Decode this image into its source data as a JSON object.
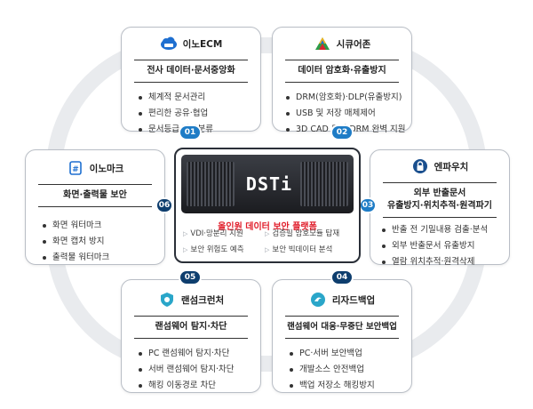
{
  "center": {
    "server_logo": "DSTi",
    "title": "올인원 데이터 보안 플랫폼",
    "features": [
      "VDI·망분리 지원",
      "검증필 암호모듈 탑재",
      "보안 위험도 예측",
      "보안 빅데이터 분석"
    ]
  },
  "cards": [
    {
      "id": "01",
      "name": "이노ECM",
      "subtitle": "전사 데이터·문서중앙화",
      "items": [
        "체계적 문서관리",
        "편리한 공유·협업",
        "문서등급 자동분류"
      ]
    },
    {
      "id": "02",
      "name": "시큐어존",
      "subtitle": "데이터 암호화·유출방지",
      "items": [
        "DRM(암호화)·DLP(유출방지)",
        "USB 및 저장 매체제어",
        "3D CAD 도면 DRM 완벽 지원"
      ]
    },
    {
      "id": "03",
      "name": "엔파우치",
      "subtitle_line1": "외부 반출문서",
      "subtitle_line2": "유출방지·위치추적·원격파기",
      "items": [
        "반출 전 기밀내용 검출·분석",
        "외부 반출문서 유출방지",
        "열람 위치추적·원격삭제"
      ]
    },
    {
      "id": "04",
      "name": "리자드백업",
      "subtitle": "랜섬웨어 대응·무중단 보안백업",
      "items": [
        "PC·서버 보안백업",
        "개발소스 안전백업",
        "백업 저장소 해킹방지"
      ]
    },
    {
      "id": "05",
      "name": "랜섬크런처",
      "subtitle": "랜섬웨어 탐지·차단",
      "items": [
        "PC 랜섬웨어 탐지·차단",
        "서버 랜섬웨어 탐지·차단",
        "해킹 이동경로 차단"
      ]
    },
    {
      "id": "06",
      "name": "이노마크",
      "subtitle": "화면·출력물 보안",
      "items": [
        "화면 워터마크",
        "화면 캡처 방지",
        "출력물 워터마크"
      ]
    }
  ],
  "colors": {
    "badge_blue": "#1e7cc6",
    "badge_dark": "#0e3e6e",
    "accent_red": "#e11d2a"
  }
}
